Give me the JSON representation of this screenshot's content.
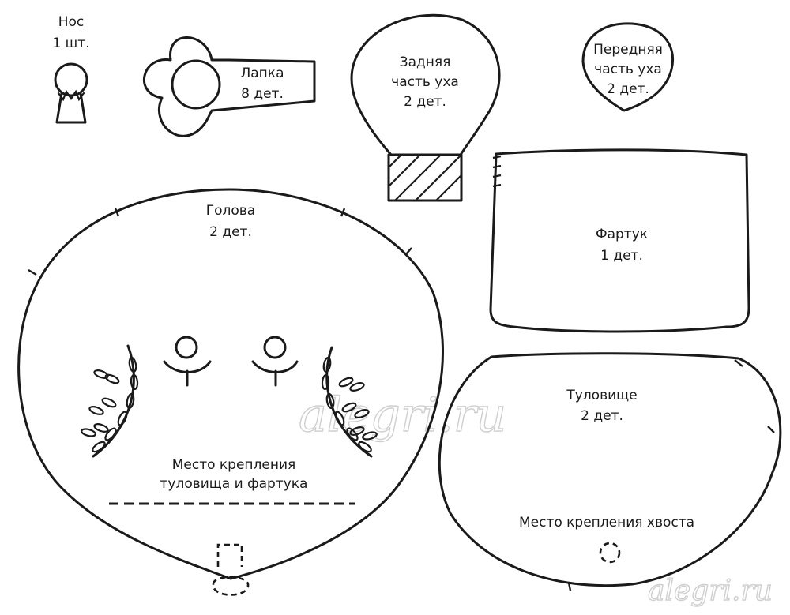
{
  "pieces": {
    "nose": {
      "name": "Нос",
      "count": "1 шт."
    },
    "paw": {
      "name": "Лапка",
      "count": "8 дет."
    },
    "ear_back": {
      "line1": "Задняя",
      "line2": "часть уха",
      "count": "2 дет."
    },
    "ear_front": {
      "line1": "Передняя",
      "line2": "часть уха",
      "count": "2 дет."
    },
    "apron": {
      "name": "Фартук",
      "count": "1 дет."
    },
    "head": {
      "name": "Голова",
      "count": "2 дет.",
      "note_line1": "Место крепления",
      "note_line2": "туловища и фартука"
    },
    "body": {
      "name": "Туловище",
      "count": "2 дет.",
      "note": "Место крепления хвоста"
    }
  },
  "watermarks": {
    "center": "alegri.ru",
    "corner": "alegri.ru"
  }
}
